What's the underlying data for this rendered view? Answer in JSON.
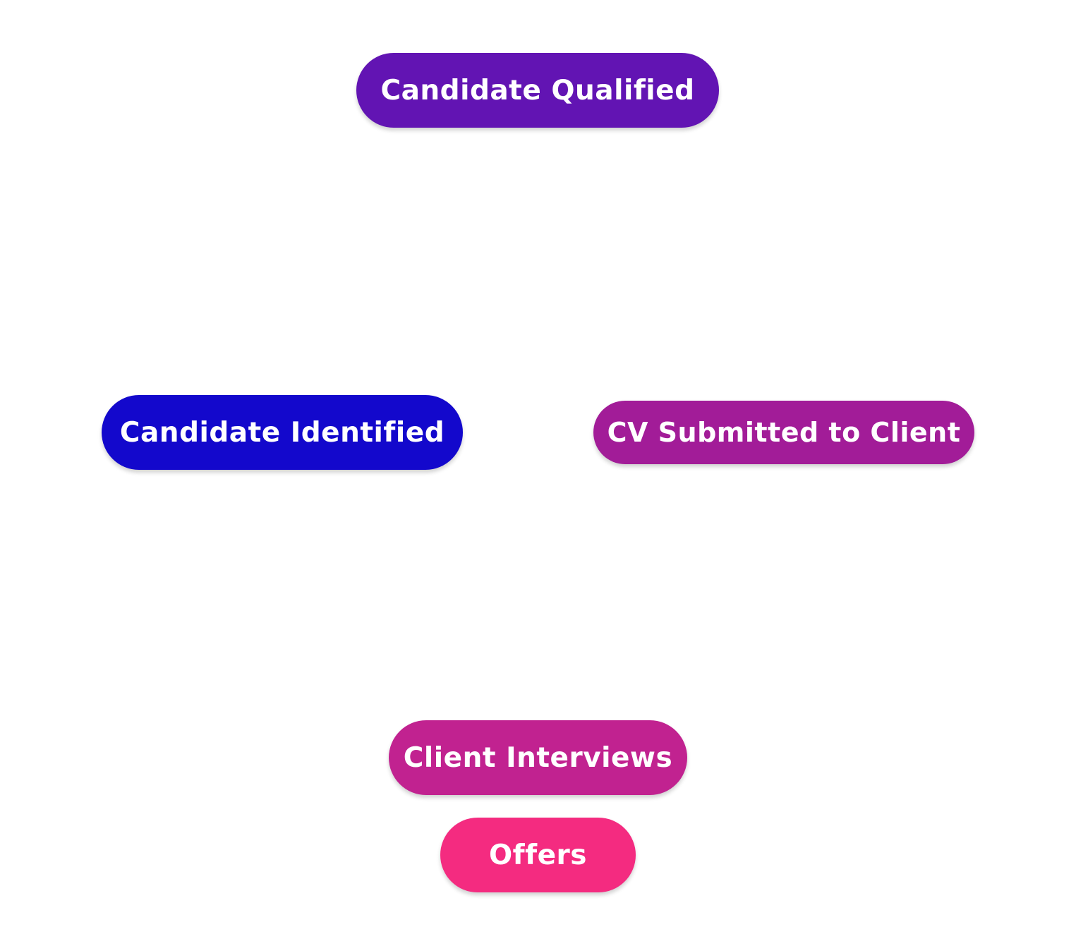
{
  "stages": {
    "qualified": {
      "label": "Candidate Qualified",
      "color": "#6214b3"
    },
    "identified": {
      "label": "Candidate Identified",
      "color": "#1308cc"
    },
    "submitted": {
      "label": "CV Submitted to Client",
      "color": "#a21c98"
    },
    "interviews": {
      "label": "Client Interviews",
      "color": "#c12290"
    },
    "offers": {
      "label": "Offers",
      "color": "#f42b80"
    }
  }
}
